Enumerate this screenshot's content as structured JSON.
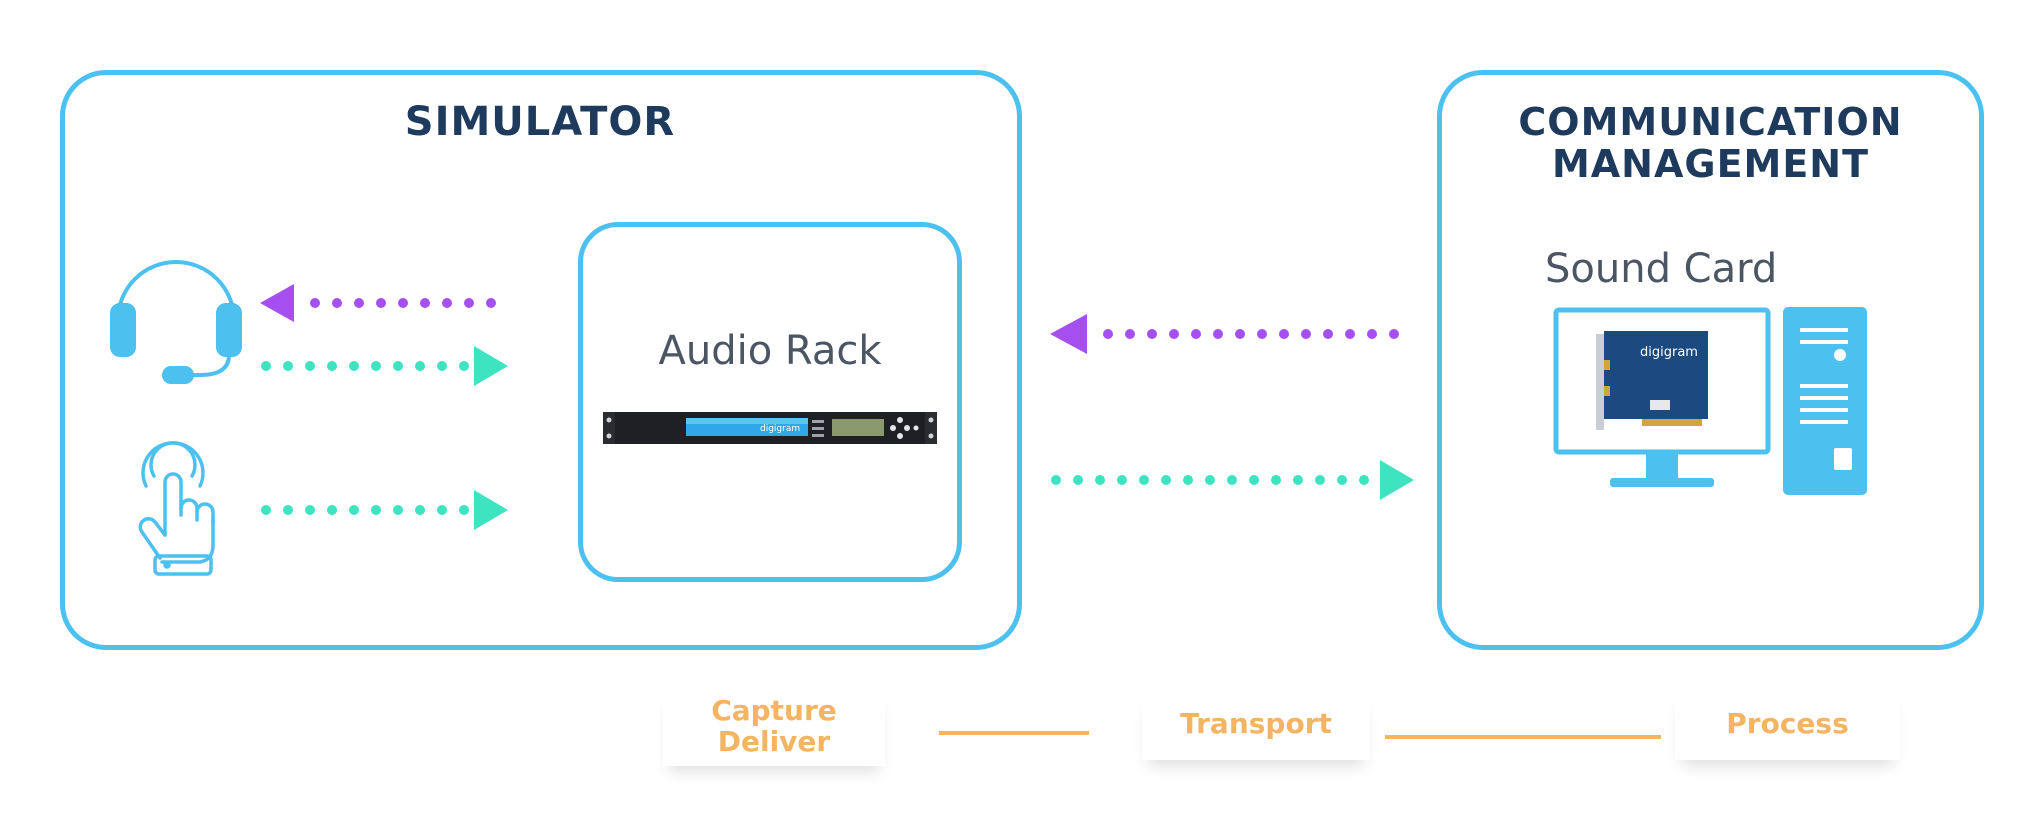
{
  "simulator": {
    "title": "SIMULATOR"
  },
  "audio_rack": {
    "label": "Audio Rack"
  },
  "communication": {
    "title_line1": "COMMUNICATION",
    "title_line2": "MANAGEMENT",
    "sound_card_label": "Sound Card"
  },
  "device_labels": {
    "brand": "digigram"
  },
  "stages": [
    {
      "label": "Capture\nDeliver"
    },
    {
      "label": "Transport"
    },
    {
      "label": "Process"
    }
  ],
  "icons": [
    "headset-icon",
    "touch-hand-icon",
    "audio-rack-device-icon",
    "computer-monitor-icon",
    "computer-tower-icon",
    "sound-card-icon"
  ],
  "colors": {
    "box_border": "#4cc0ef",
    "title": "#1e3a5c",
    "arrow_in": "#a64ff0",
    "arrow_out": "#3ee3c0",
    "stage_text": "#f4b462"
  }
}
